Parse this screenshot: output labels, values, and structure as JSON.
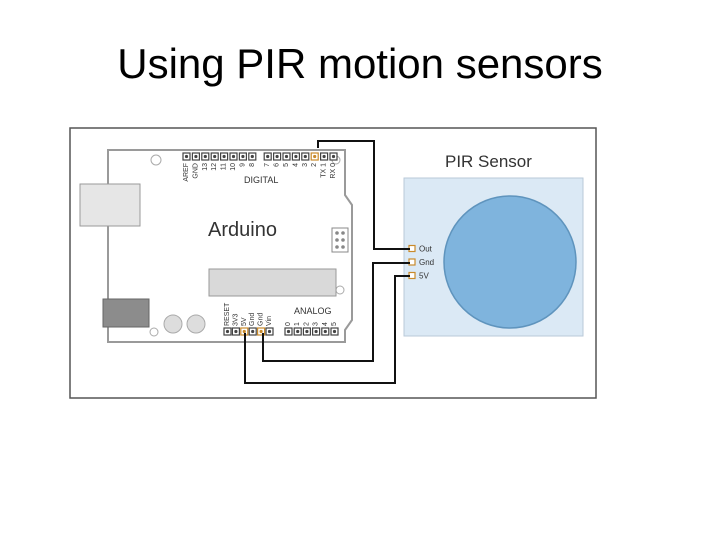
{
  "slide": {
    "title": "Using PIR motion sensors"
  },
  "arduino": {
    "name": "Arduino",
    "digital_label": "DIGITAL",
    "analog_label": "ANALOG",
    "digital_pins": [
      "AREF",
      "GND",
      "13",
      "12",
      "11",
      "10",
      "9",
      "8",
      "7",
      "6",
      "5",
      "4",
      "3",
      "2",
      "TX 1",
      "RX 0"
    ],
    "power_pins": [
      "RESET",
      "3V3",
      "5V",
      "Gnd",
      "Gnd",
      "Vin"
    ],
    "analog_pins": [
      "0",
      "1",
      "2",
      "3",
      "4",
      "5"
    ]
  },
  "sensor": {
    "title": "PIR Sensor",
    "pins": [
      "Out",
      "Gnd",
      "5V"
    ]
  },
  "colors": {
    "sensor_panel": "#dbe9f5",
    "sensor_dome": "#7fb4dd",
    "board_outline": "#9a9a9a",
    "wire": "#111111",
    "header_pin": "#c98a2b"
  }
}
